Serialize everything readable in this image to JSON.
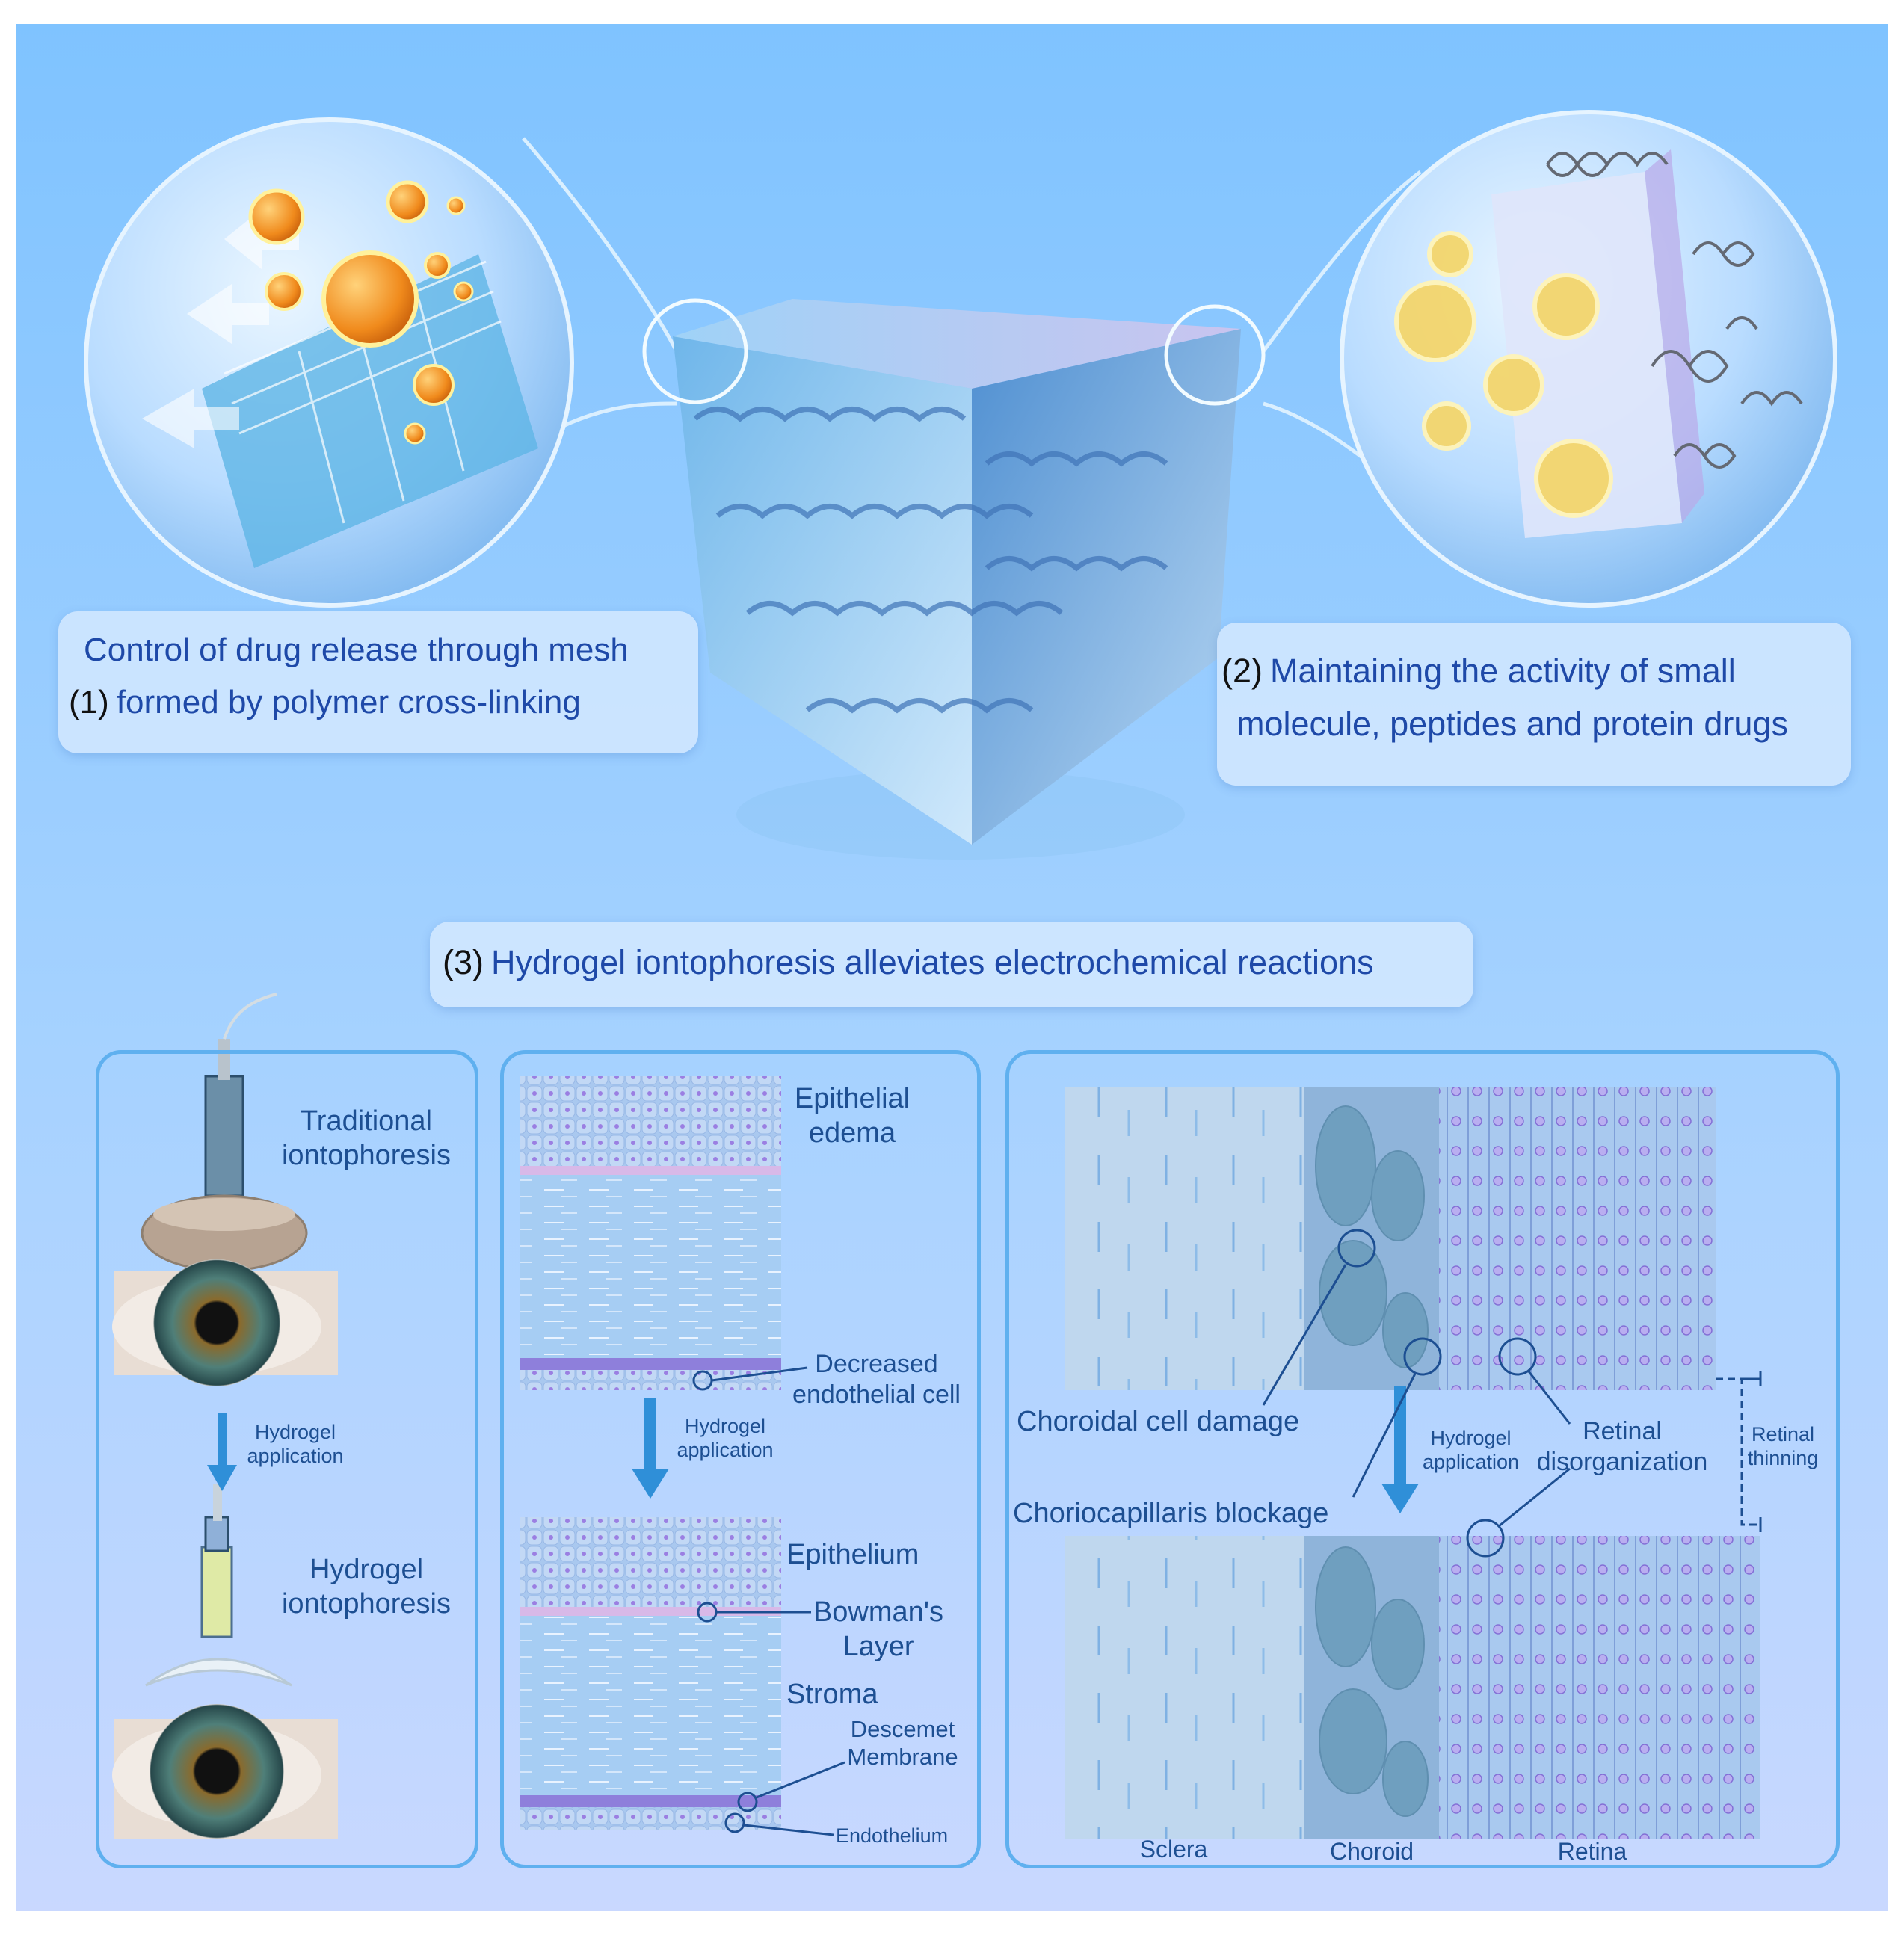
{
  "top": {
    "caption1": {
      "number": "(1)",
      "line1": "Control of drug release through mesh",
      "line2": "formed by polymer cross-linking"
    },
    "caption2": {
      "number": "(2)",
      "line1": "Maintaining the activity of small",
      "line2": "molecule, peptides and protein drugs"
    },
    "caption3": {
      "number": "(3)",
      "text": "Hydrogel iontophoresis alleviates electrochemical reactions"
    }
  },
  "panel_left": {
    "traditional": {
      "line1": "Traditional",
      "line2": "iontophoresis"
    },
    "arrow": {
      "line1": "Hydrogel",
      "line2": "application"
    },
    "hydrogel": {
      "line1": "Hydrogel",
      "line2": "iontophoresis"
    }
  },
  "panel_middle": {
    "epithelial_edema": {
      "line1": "Epithelial",
      "line2": "edema"
    },
    "decreased": {
      "line1": "Decreased",
      "line2": "endothelial cell"
    },
    "arrow": {
      "line1": "Hydrogel",
      "line2": "application"
    },
    "epithelium": "Epithelium",
    "bowman": {
      "line1": "Bowman's",
      "line2": "Layer"
    },
    "stroma": "Stroma",
    "descemet": {
      "line1": "Descemet",
      "line2": "Membrane"
    },
    "endothelium": "Endothelium"
  },
  "panel_right": {
    "choroidal_damage": "Choroidal cell damage",
    "choriocapillaris": "Choriocapillaris blockage",
    "arrow": {
      "line1": "Hydrogel",
      "line2": "application"
    },
    "retinal_disorg": {
      "line1": "Retinal",
      "line2": "disorganization"
    },
    "retinal_thinning": {
      "line1": "Retinal",
      "line2": "thinning"
    },
    "sclera": "Sclera",
    "choroid": "Choroid",
    "retina": "Retina"
  }
}
